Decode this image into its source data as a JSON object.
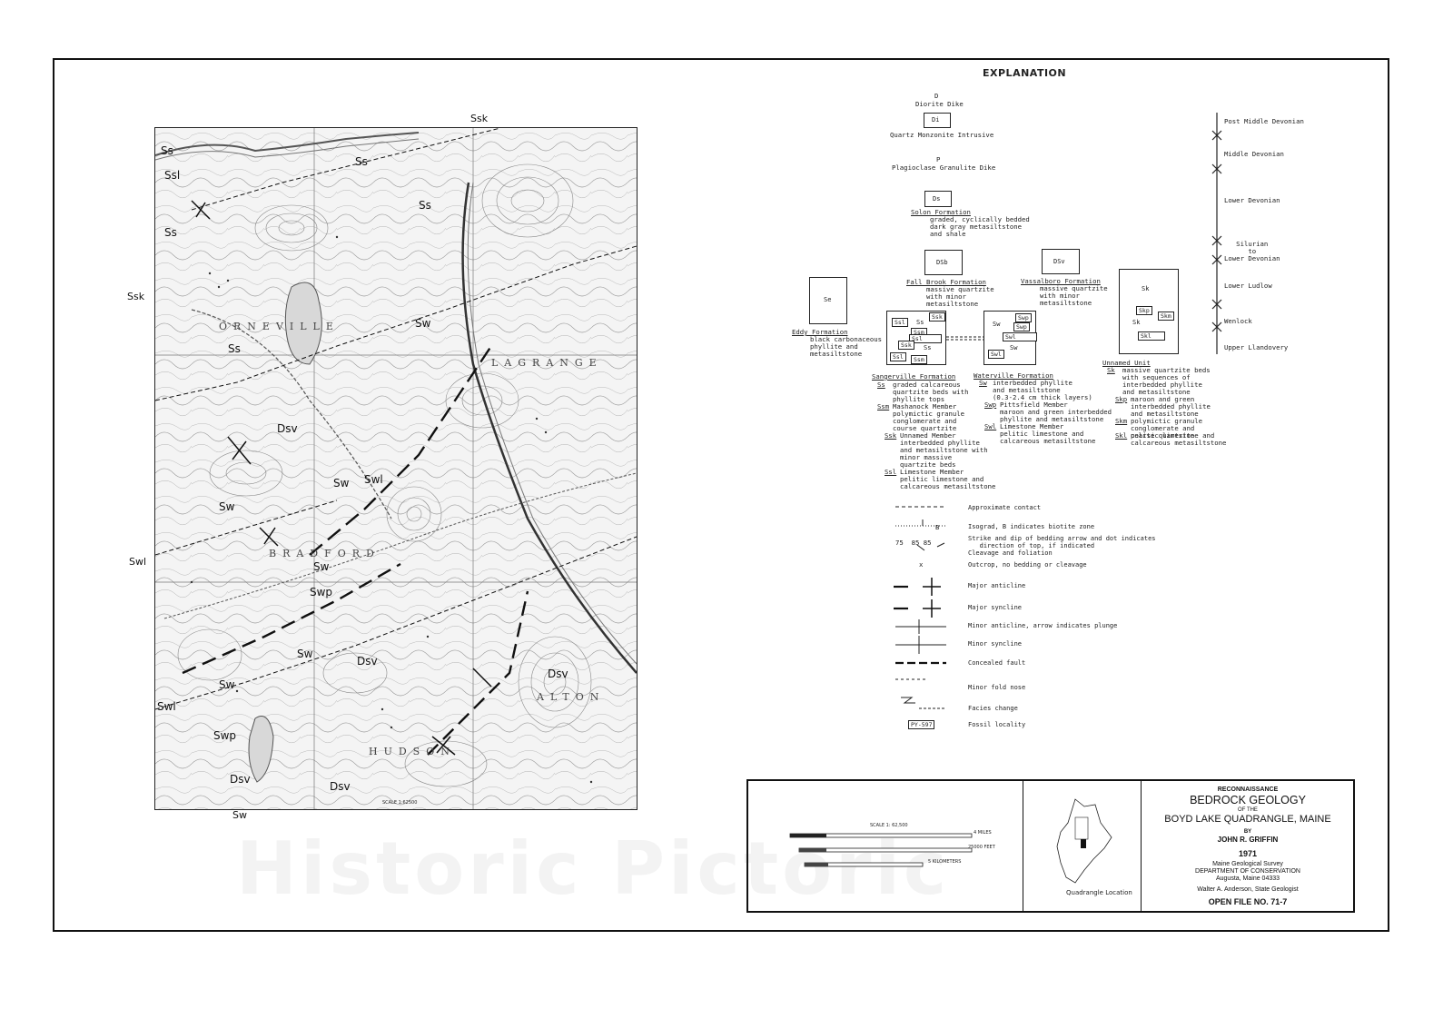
{
  "explanation": {
    "title": "EXPLANATION"
  },
  "map": {
    "edge_labels": {
      "top": "Ssk",
      "left_upper": "Ssk",
      "left_lower": "Swl",
      "bottom": "Sw"
    },
    "scale_note": "SCALE 1:62500",
    "towns": [
      "ORNEVILLE",
      "LAGRANGE",
      "BRADFORD",
      "ALTON",
      "HUDSON"
    ],
    "units": [
      {
        "label": "Ss"
      },
      {
        "label": "Ssl"
      },
      {
        "label": "Ss"
      },
      {
        "label": "Ss"
      },
      {
        "label": "Ss"
      },
      {
        "label": "Ss"
      },
      {
        "label": "Sw"
      },
      {
        "label": "Dsv"
      },
      {
        "label": "Sw"
      },
      {
        "label": "Swl"
      },
      {
        "label": "Sw"
      },
      {
        "label": "Sw"
      },
      {
        "label": "Swp"
      },
      {
        "label": "Sw"
      },
      {
        "label": "Dsv"
      },
      {
        "label": "Dsv"
      },
      {
        "label": "Sw"
      },
      {
        "label": "Swl"
      },
      {
        "label": "Swp"
      },
      {
        "label": "Dsv"
      },
      {
        "label": "Dsv"
      }
    ]
  },
  "intrusives": {
    "d_symbol": "D",
    "d_name": "Diorite Dike",
    "di_box": "Di",
    "di_name": "Quartz Monzonite Intrusive",
    "p_symbol": "P",
    "p_name": "Plagioclase Granulite Dike"
  },
  "solon": {
    "box": "Ds",
    "name": "Solon Formation",
    "desc": "graded, cyclically bedded\ndark gray metasiltstone\nand shale"
  },
  "fall_brook": {
    "box": "DSb",
    "name": "Fall Brook Formation",
    "desc": "massive quartzite\nwith minor\nmetasiltstone"
  },
  "vassalboro": {
    "box": "DSv",
    "name": "Vassalboro Formation",
    "desc": "massive quartzite\nwith minor\nmetasiltstone"
  },
  "eddy": {
    "box": "Se",
    "name": "Eddy Formation",
    "desc": "black carbonaceous\nphyllite and\nmetasiltstone"
  },
  "sangerville": {
    "labels": [
      "Ssl",
      "Ss",
      "Ssk",
      "Ssm",
      "Ssl",
      "Ssk",
      "Ssl",
      "Ss",
      "Ssm"
    ],
    "name": "Sangerville Formation",
    "desc": [
      {
        "code": "Ss",
        "text": "graded calcareous\nquartzite beds with\nphyllite tops"
      },
      {
        "code": "Ssm",
        "text": "Mashanock Member\npolymictic granule\nconglomerate and\ncourse quartzite"
      },
      {
        "code": "Ssk",
        "text": "Unnamed Member\ninterbedded phyllite\nand metasiltstone with\nminor massive\nquartzite beds"
      },
      {
        "code": "Ssl",
        "text": "Limestone Member\npelitic limestone and\ncalcareous metasiltstone"
      }
    ]
  },
  "waterville": {
    "labels": [
      "Swp",
      "Sw",
      "Swp",
      "Swl",
      "Sw",
      "Swl"
    ],
    "name": "Waterville Formation",
    "desc": [
      {
        "code": "Sw",
        "text": "interbedded phyllite\nand metasiltstone\n(0.3-2.4 cm thick layers)"
      },
      {
        "code": "Swp",
        "text": "Pittsfield Member\nmaroon and green interbedded\nphyllite and metasiltstone"
      },
      {
        "code": "Swl",
        "text": "Limestone Member\npelitic limestone and\ncalcareous metasiltstone"
      }
    ]
  },
  "unnamed": {
    "labels": [
      "Sk",
      "Skp",
      "Skm",
      "Sk",
      "Skl"
    ],
    "name": "Unnamed Unit",
    "desc": [
      {
        "code": "Sk",
        "text": "massive quartzite beds\nwith sequences of\ninterbedded phyllite\nand metasiltstone"
      },
      {
        "code": "Skp",
        "text": "maroon and green\ninterbedded phyllite\nand metasiltstone"
      },
      {
        "code": "Skm",
        "text": "polymictic granule\nconglomerate and\ncoarse quartzite"
      },
      {
        "code": "Skl",
        "text": "pelitic limestone and\ncalcareous metasiltstone"
      }
    ]
  },
  "ages": [
    "Post Middle Devonian",
    "Middle Devonian",
    "Lower Devonian",
    "Silurian\nto\nLower Devonian",
    "Lower Ludlow",
    "Wenlock",
    "Upper Llandovery"
  ],
  "symbols": [
    {
      "label": "Approximate contact"
    },
    {
      "label": "Isograd, B indicates biotite zone",
      "glyph": "B"
    },
    {
      "label": "Strike and dip of bedding arrow and dot indicates\n   direction of top, if indicated\nCleavage and foliation",
      "glyph": "75  85 85"
    },
    {
      "label": "Outcrop, no bedding or cleavage",
      "glyph": "x"
    },
    {
      "label": "Major anticline"
    },
    {
      "label": "Major syncline"
    },
    {
      "label": "Minor anticline, arrow indicates plunge"
    },
    {
      "label": "Minor syncline"
    },
    {
      "label": "Concealed fault"
    },
    {
      "label": "Minor fold nose"
    },
    {
      "label": "Facies change"
    },
    {
      "label": "Fossil locality",
      "glyph": "PY-597"
    }
  ],
  "scale": {
    "title": "SCALE 1: 62,500",
    "miles": "4 MILES",
    "feet": "25000 FEET",
    "km": "5 KILOMETERS"
  },
  "location_caption": "Quadrangle Location",
  "title_block": {
    "reconnaissance": "RECONNAISSANCE",
    "main": "BEDROCK GEOLOGY",
    "of": "OF THE",
    "quad": "BOYD LAKE QUADRANGLE, MAINE",
    "by": "BY",
    "author": "JOHN R. GRIFFIN",
    "year": "1971",
    "agency1": "Maine Geological Survey",
    "agency2": "DEPARTMENT OF CONSERVATION",
    "address": "Augusta, Maine  04333",
    "geologist": "Walter A. Anderson,  State Geologist",
    "open_file": "OPEN FILE NO. 71-7"
  },
  "watermark": "Historic Pictoric"
}
